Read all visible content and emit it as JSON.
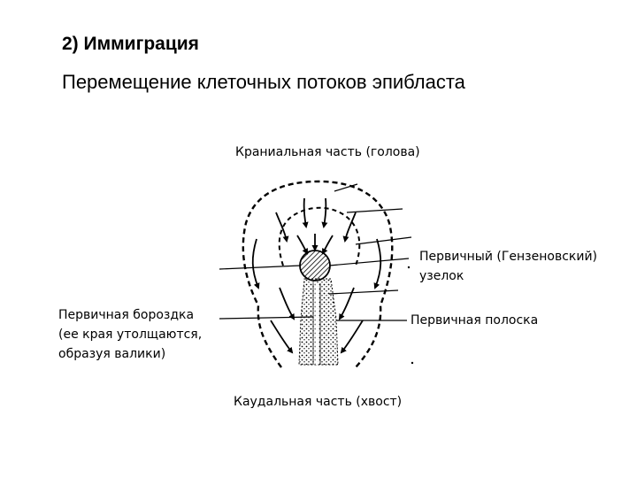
{
  "slide": {
    "title": "2) Иммиграция",
    "subtitle": "Перемещение клеточных потоков эпибласта"
  },
  "diagram": {
    "labels": {
      "cranial": "Краниальная часть (голова)",
      "node_line1": "Первичный (Гензеновский)",
      "node_line2": "узелок",
      "groove_line1": "Первичная бороздка",
      "groove_line2": "(ее края утолщаются,",
      "groove_line3": "образуя валики)",
      "streak": "Первичная полоска",
      "caudal": "Каудальная часть (хвост)"
    }
  }
}
